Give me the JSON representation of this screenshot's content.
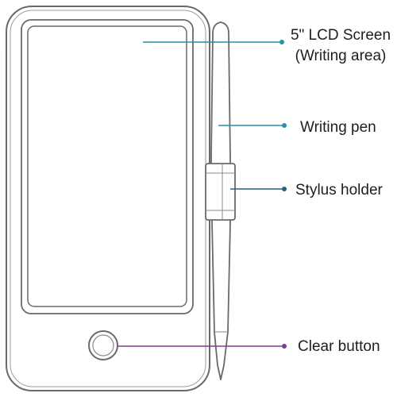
{
  "diagram": {
    "callouts": {
      "screen": {
        "line1": "5\" LCD Screen",
        "line2": "(Writing area)",
        "color": "#2a8fa8"
      },
      "pen": {
        "label": "Writing pen",
        "color": "#2a8fa8"
      },
      "holder": {
        "label": "Stylus holder",
        "color": "#2a5f7a"
      },
      "clear": {
        "label": "Clear button",
        "color": "#7b3d8f"
      }
    },
    "outline_color": "#555555"
  }
}
